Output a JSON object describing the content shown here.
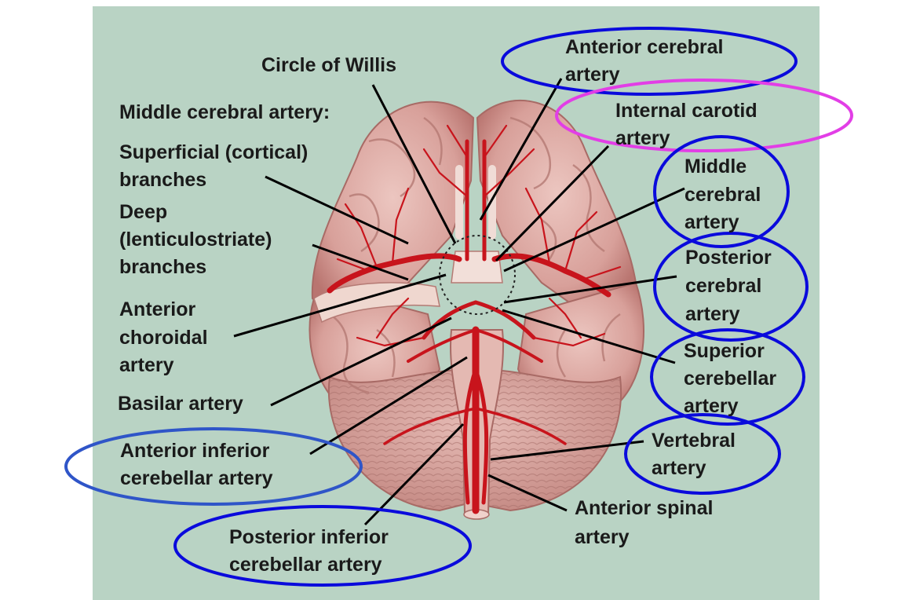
{
  "labels": {
    "circle_of_willis": "Circle of Willis",
    "middle_cerebral_heading": "Middle cerebral artery:",
    "superficial_1": "Superficial (cortical)",
    "superficial_2": "branches",
    "deep_1": "Deep",
    "deep_2": "(lenticulostriate)",
    "deep_3": "branches",
    "anterior_choroidal_1": "Anterior",
    "anterior_choroidal_2": "choroidal",
    "anterior_choroidal_3": "artery",
    "basilar": "Basilar artery",
    "aica_1": "Anterior inferior",
    "aica_2": "cerebellar artery",
    "pica_1": "Posterior inferior",
    "pica_2": "cerebellar artery",
    "anterior_spinal_1": "Anterior spinal",
    "anterior_spinal_2": "artery",
    "vertebral_1": "Vertebral",
    "vertebral_2": "artery",
    "superior_cerebellar_1": "Superior",
    "superior_cerebellar_2": "cerebellar",
    "superior_cerebellar_3": "artery",
    "posterior_cerebral_1": "Posterior",
    "posterior_cerebral_2": "cerebral",
    "posterior_cerebral_3": "artery",
    "middle_cerebral_1": "Middle",
    "middle_cerebral_2": "cerebral",
    "middle_cerebral_3": "artery",
    "internal_carotid_1": "Internal carotid",
    "internal_carotid_2": "artery",
    "anterior_cerebral_1": "Anterior cerebral",
    "anterior_cerebral_2": "artery"
  },
  "colors": {
    "background_panel": "#b9d3c4",
    "brain_tissue": "#d99f9a",
    "artery": "#c8141c",
    "leader_line": "#000000",
    "circle_blue": "#0a0adc",
    "circle_steel_blue": "#2f55c8",
    "circle_magenta": "#e23ee6"
  }
}
